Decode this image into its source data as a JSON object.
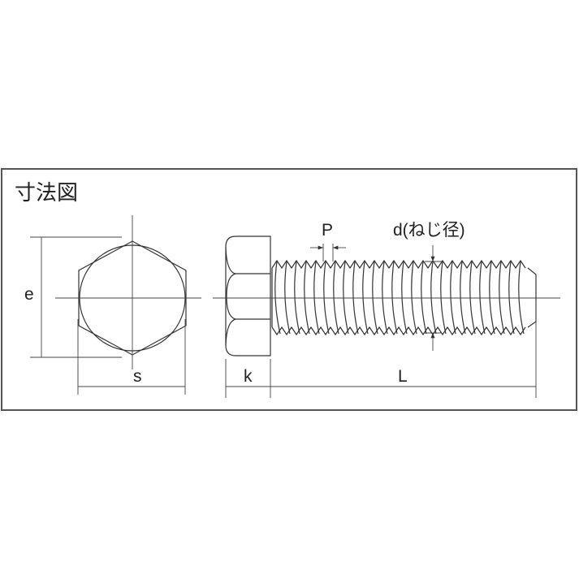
{
  "title": "寸法図",
  "labels": {
    "e": "e",
    "s": "s",
    "k": "k",
    "L": "L",
    "P": "P",
    "d": "d(ねじ径)"
  },
  "colors": {
    "line": "#333333",
    "frame": "#555555",
    "background": "#ffffff"
  }
}
